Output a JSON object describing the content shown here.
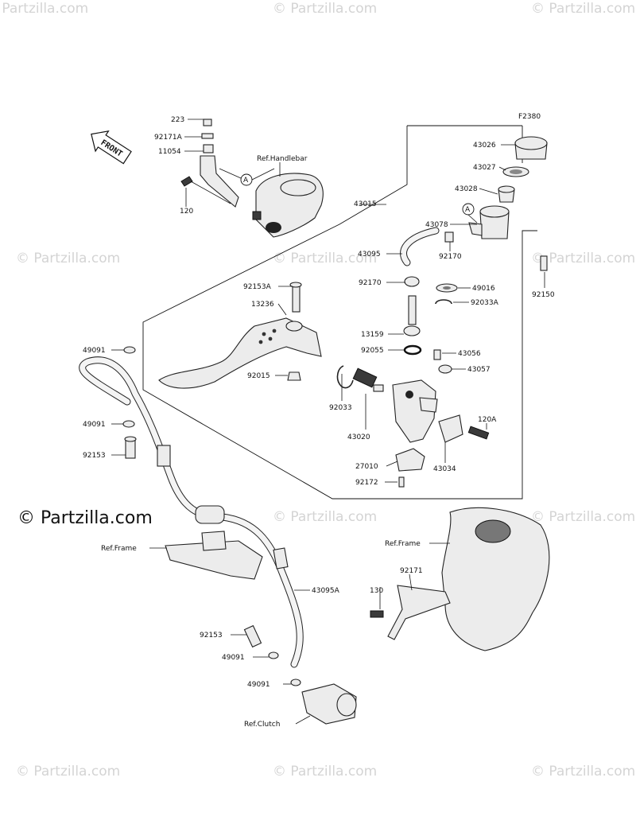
{
  "figure_code": "F2380",
  "front_label": "FRONT",
  "ref_a": "A",
  "watermark": "© Partzilla.com",
  "labels": {
    "p223": "223",
    "p92171A": "92171A",
    "p11054": "11054",
    "p120": "120",
    "refHandlebar": "Ref.Handlebar",
    "p43015": "43015",
    "p43026": "43026",
    "p43027": "43027",
    "p43028": "43028",
    "p43078": "43078",
    "p43095": "43095",
    "p92170a": "92170",
    "p92170b": "92170",
    "p49016": "49016",
    "p92033A": "92033A",
    "p92150": "92150",
    "p92153A": "92153A",
    "p13236": "13236",
    "p13159": "13159",
    "p92055": "92055",
    "p43056": "43056",
    "p43057": "43057",
    "p92015": "92015",
    "p49091a": "49091",
    "p49091b": "49091",
    "p92153a": "92153",
    "p92033": "92033",
    "p43020": "43020",
    "p120A": "120A",
    "p27010": "27010",
    "p43034": "43034",
    "p92172": "92172",
    "refFrame1": "Ref.Frame",
    "refFrame2": "Ref.Frame",
    "p43095A": "43095A",
    "p92171": "92171",
    "p130": "130",
    "p92153b": "92153",
    "p49091c": "49091",
    "p49091d": "49091",
    "refClutch": "Ref.Clutch"
  }
}
